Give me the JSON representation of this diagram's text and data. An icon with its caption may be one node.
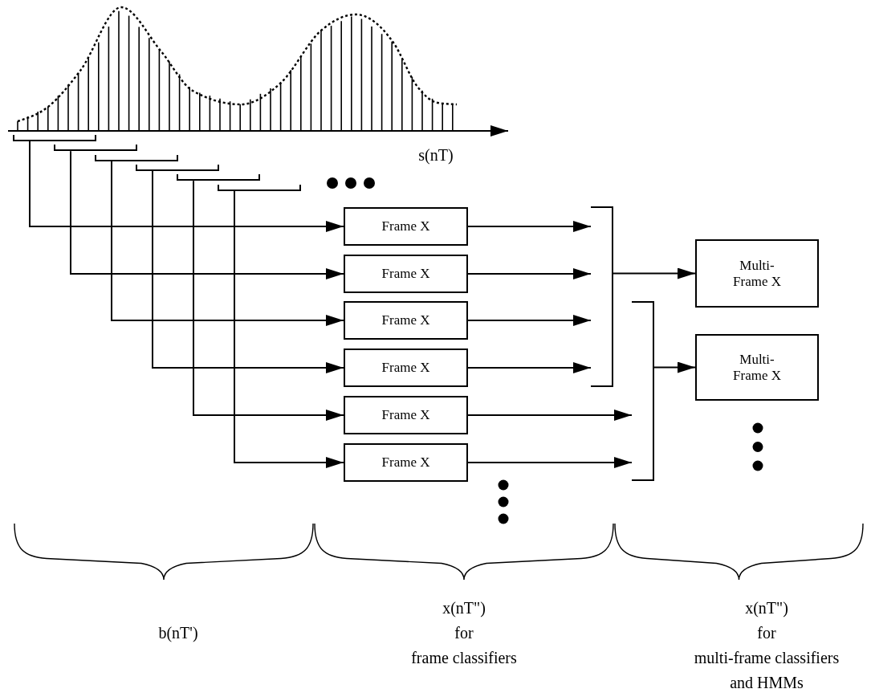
{
  "diagram": {
    "nodes": [
      {
        "text": [],
        "shape": "bracket"
      },
      {
        "text": [],
        "shape": "bracket"
      },
      {
        "text": [],
        "shape": "bracket"
      },
      {
        "text": [],
        "shape": "bracket"
      },
      {
        "text": [],
        "shape": "bracket"
      },
      {
        "text": [],
        "shape": "bracket"
      },
      {
        "text": [
          "Frame X"
        ]
      },
      {
        "text": [
          "Frame X"
        ]
      },
      {
        "text": [
          "Frame X"
        ]
      },
      {
        "text": [
          "Frame X"
        ]
      },
      {
        "text": [
          "Frame X"
        ]
      },
      {
        "text": [
          "Frame X"
        ]
      },
      {
        "text": [],
        "shape": "bracket"
      },
      {
        "text": [
          "Multi-Frame X"
        ]
      },
      {
        "text": [],
        "shape": "bracket"
      },
      {
        "text": [
          "Multi-Frame X"
        ]
      }
    ],
    "edges": [
      {
        "from": 0,
        "to": 6,
        "arrow": "to"
      },
      {
        "from": 1,
        "to": 7,
        "arrow": "to"
      },
      {
        "from": 2,
        "to": 8,
        "arrow": "to"
      },
      {
        "from": 3,
        "to": 9,
        "arrow": "to"
      },
      {
        "from": 4,
        "to": 10,
        "arrow": "to"
      },
      {
        "from": 5,
        "to": 11,
        "arrow": "to"
      },
      {
        "from": 6,
        "to": 12,
        "arrow": "to"
      },
      {
        "from": 7,
        "to": 12,
        "arrow": "to"
      },
      {
        "from": 8,
        "to": 12,
        "arrow": "to"
      },
      {
        "from": 9,
        "to": 12,
        "arrow": "to"
      },
      {
        "from": 10,
        "to": 14,
        "arrow": "to"
      },
      {
        "from": 11,
        "to": 14,
        "arrow": "to"
      },
      {
        "from": 12,
        "to": 13,
        "arrow": "to"
      },
      {
        "from": 14,
        "to": 15,
        "arrow": "to"
      }
    ],
    "labels": [
      "s(nT)",
      "b(nT')",
      "x(nT\") for frame classifiers",
      "x(nT\") for multi-frame classifiers and HMMs"
    ]
  }
}
